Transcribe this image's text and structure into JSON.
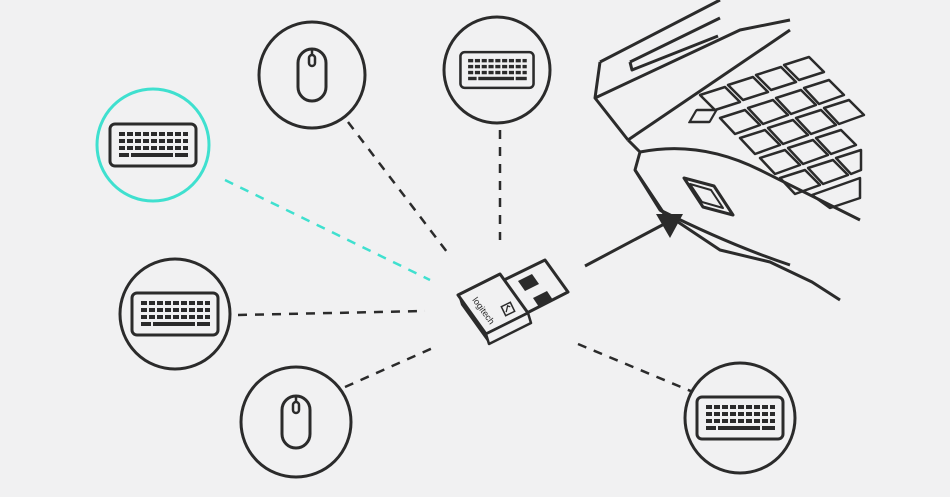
{
  "receiver": {
    "brand": "logitech"
  },
  "devices": [
    {
      "type": "keyboard",
      "highlighted": true
    },
    {
      "type": "mouse",
      "highlighted": false
    },
    {
      "type": "keyboard",
      "highlighted": false
    },
    {
      "type": "keyboard",
      "highlighted": false
    },
    {
      "type": "mouse",
      "highlighted": false
    },
    {
      "type": "keyboard",
      "highlighted": false
    }
  ],
  "colors": {
    "background": "#f1f1f2",
    "stroke": "#2b2b2b",
    "highlight": "#3fe0cf"
  },
  "laptop": {
    "icon": "laptop-icon",
    "port_icon": "usb-port-icon"
  }
}
